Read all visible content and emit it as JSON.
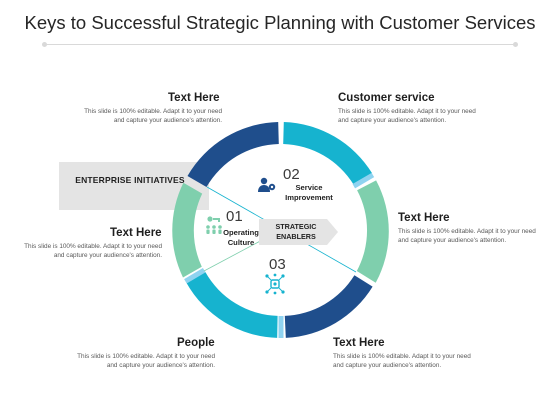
{
  "title": "Keys to Successful Strategic Planning with Customer Services",
  "enterprise": "ENTERPRISE INITIATIVES",
  "center": {
    "label": "STRATEGIC ENABLERS",
    "items": [
      {
        "number": "01",
        "label": "Operating Culture",
        "icon": "team-key-icon"
      },
      {
        "number": "02",
        "label": "Service Improvement",
        "icon": "user-gear-icon"
      },
      {
        "number": "03",
        "label": "",
        "icon": "network-badge-icon"
      }
    ]
  },
  "blocks": {
    "top_left": {
      "title": "Text Here",
      "text": "This slide is 100% editable. Adapt it to your need and capture your audience's attention."
    },
    "top_right": {
      "title": "Customer service",
      "text": "This slide is 100% editable. Adapt it to your need and capture your audience's attention."
    },
    "mid_left": {
      "title": "Text Here",
      "text": "This slide is 100% editable. Adapt it to your need and capture your audience's attention."
    },
    "mid_right": {
      "title": "Text Here",
      "text": "This slide is 100% editable. Adapt it to your need and capture your audience's attention."
    },
    "bottom_left": {
      "title": "People",
      "text": "This slide is 100% editable. Adapt it to your need and capture your audience's attention."
    },
    "bottom_right": {
      "title": "Text Here",
      "text": "This slide is 100% editable. Adapt it to your need and capture your audience's attention."
    }
  },
  "colors": {
    "dark_blue": "#1f4e8c",
    "teal": "#16b3cf",
    "mint": "#7fcfad",
    "light_blue": "#8fd3f0",
    "band_gray": "#e4e4e4"
  }
}
